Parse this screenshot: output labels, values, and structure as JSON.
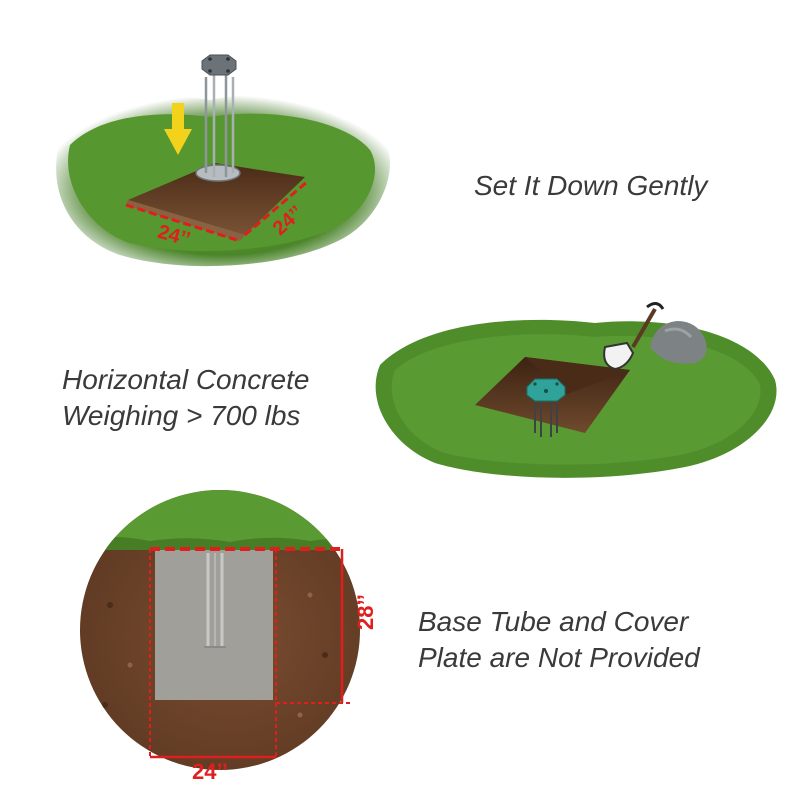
{
  "step1": {
    "caption": "Set It Down Gently",
    "dim_front": "24’’",
    "dim_side": "24’’"
  },
  "step2": {
    "caption_line1": "Horizontal Concrete",
    "caption_line2": "Weighing > 700 lbs"
  },
  "step3": {
    "caption_line1": "Base Tube and Cover",
    "caption_line2": "Plate are Not Provided",
    "dim_depth": "28’’",
    "dim_width": "24’’"
  },
  "colors": {
    "grass": "#4e8a2c",
    "soil": "#6b4328",
    "concrete": "#9c9a95",
    "dimension": "#e01e1e",
    "arrow": "#f2d21b",
    "anchor_teal": "#2fa39a"
  }
}
